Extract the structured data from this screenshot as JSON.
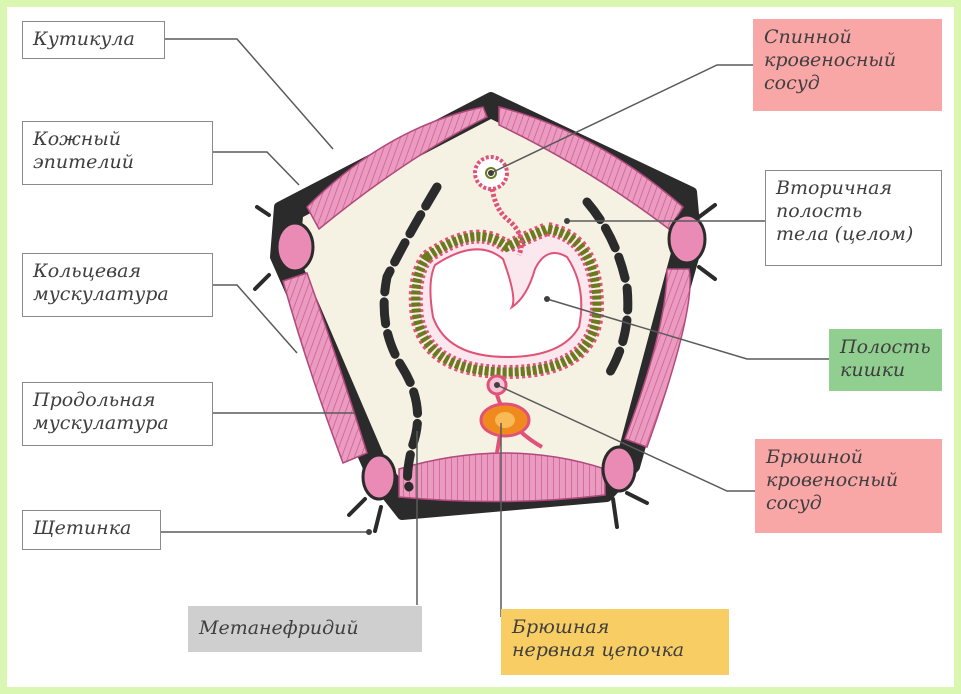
{
  "labels": {
    "cuticle": [
      "Кутикула"
    ],
    "skin_epithelium": [
      "Кожный",
      "эпителий"
    ],
    "circular_muscles": [
      "Кольцевая",
      "мускулатура"
    ],
    "longitudinal_muscles": [
      "Продольная",
      "мускулатура"
    ],
    "seta": [
      "Щетинка"
    ],
    "metanephridium": [
      "Метанефридий"
    ],
    "ventral_nerve_cord": [
      "Брюшная",
      "нервная цепочка"
    ],
    "dorsal_vessel": [
      "Спинной",
      "кровеносный",
      "сосуд"
    ],
    "coelom": [
      "Вторичная",
      "полость",
      "тела (целом)"
    ],
    "gut_cavity": [
      "Полость",
      "кишки"
    ],
    "ventral_vessel": [
      "Брюшной",
      "кровеносный",
      "сосуд"
    ]
  },
  "colors": {
    "frame": "#d9f7b0",
    "muscle": "#e98bb5",
    "muscle_stripe": "#c95a8f",
    "cuticle": "#2b2b2b",
    "coelom_fill": "#f5f2e4",
    "gut_wall": "#6b7a1e",
    "gut_inner": "#e05277",
    "nerve_cord": "#f08a1e",
    "leader": "#5a5a5a"
  }
}
